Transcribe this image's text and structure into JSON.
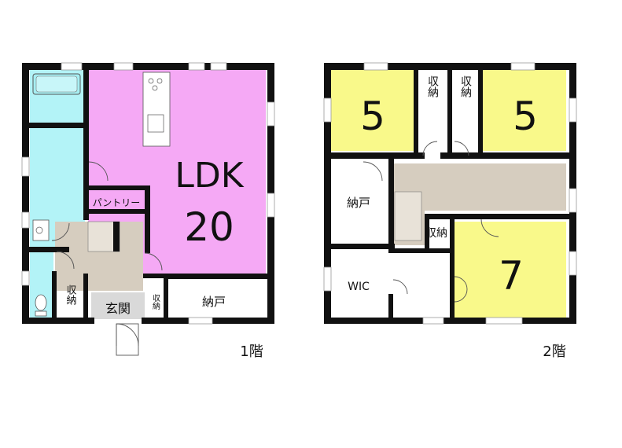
{
  "floor1": {
    "caption": "1階",
    "ldk_label": "LDK",
    "ldk_size": "20",
    "pantry": "パントリー",
    "storage_left": "収納",
    "entrance": "玄関",
    "storage_small": "収納",
    "nando": "納戸"
  },
  "floor2": {
    "caption": "2階",
    "room_left_size": "5",
    "room_right_size": "5",
    "closet_a": "収納",
    "closet_b": "収納",
    "nando": "納戸",
    "storage_stair": "収納",
    "wic": "WIC",
    "room_bottom_size": "7"
  },
  "colors": {
    "ldk": "#f5a9f5",
    "wet": "#b3f3f7",
    "bedroom": "#f9f98a",
    "hall": "#d6cdbf",
    "wall": "#111111",
    "entrance": "#d9d9d9"
  }
}
